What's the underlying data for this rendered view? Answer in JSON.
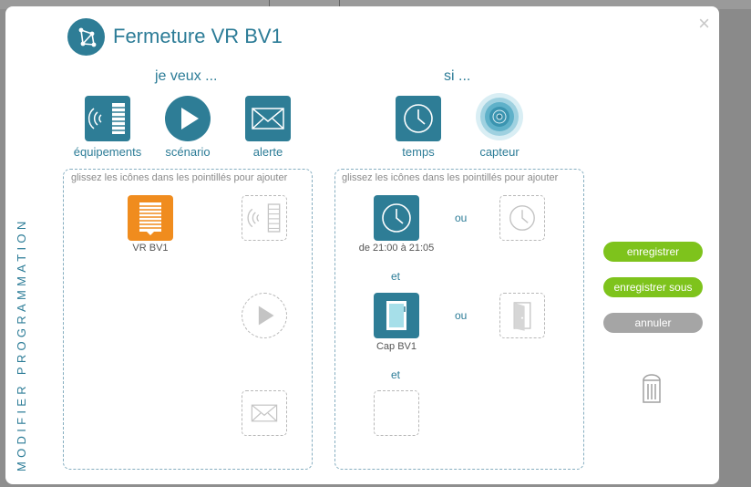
{
  "dialog": {
    "title": "Fermeture VR BV1",
    "side_label": "MODIFIER PROGRAMMATION",
    "close_glyph": "×"
  },
  "actions_column": {
    "heading": "je veux ...",
    "tools": [
      {
        "label": "équipements",
        "icon": "equipment-icon"
      },
      {
        "label": "scénario",
        "icon": "play-icon"
      },
      {
        "label": "alerte",
        "icon": "mail-icon"
      }
    ],
    "hint": "glissez les icônes dans les pointillés pour ajouter",
    "items": [
      {
        "label": "VR BV1",
        "icon": "roller-shutter-icon",
        "color": "#f08c1e"
      }
    ]
  },
  "conditions_column": {
    "heading": "si ...",
    "tools": [
      {
        "label": "temps",
        "icon": "clock-icon"
      },
      {
        "label": "capteur",
        "icon": "sensor-icon"
      }
    ],
    "hint": "glissez les icônes dans les pointillés pour ajouter",
    "conditions": [
      {
        "label": "de 21:00 à 21:05",
        "icon": "clock-icon"
      },
      {
        "label": "Cap BV1",
        "icon": "door-sensor-icon"
      }
    ],
    "or_label": "ou",
    "and_label": "et"
  },
  "buttons": {
    "save": "enregistrer",
    "save_as": "enregistrer sous",
    "cancel": "annuler"
  },
  "colors": {
    "accent": "#2c7c97",
    "save_green": "#7ec31c",
    "cancel_grey": "#a5a5a5",
    "equipment_orange": "#f08c1e"
  }
}
